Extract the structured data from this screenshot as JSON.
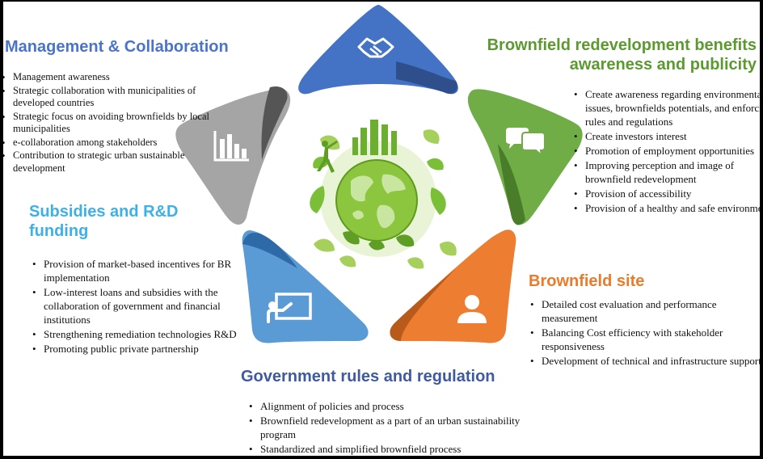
{
  "sections": {
    "management": {
      "title": "Management & Collaboration",
      "items": [
        "Management awareness",
        "Strategic collaboration with municipalities of developed countries",
        "Strategic focus on avoiding brownfields by local municipalities",
        "e-collaboration among stakeholders",
        "Contribution to strategic urban sustainable development"
      ]
    },
    "benefits": {
      "title_line1": "Brownfield redevelopment benefits",
      "title_line2": "awareness and publicity",
      "items": [
        "Create awareness regarding environmental issues, brownfields potentials, and enforcing rules and regulations",
        "Create investors interest",
        "Promotion of employment opportunities",
        "Improving perception and image of brownfield redevelopment",
        "Provision of accessibility",
        "Provision of a healthy and safe environment"
      ]
    },
    "subsidies": {
      "title_line1": "Subsidies and R&D",
      "title_line2": "funding",
      "items": [
        "Provision of market-based incentives for BR implementation",
        "Low-interest loans and subsidies with the collaboration of government and financial institutions",
        "Strengthening remediation technologies R&D",
        "Promoting public private partnership"
      ]
    },
    "site": {
      "title": "Brownfield site",
      "items": [
        "Detailed cost evaluation and performance measurement",
        "Balancing Cost efficiency with stakeholder responsiveness",
        "Development of technical and infrastructure support"
      ]
    },
    "government": {
      "title": "Government rules and regulation",
      "items": [
        "Alignment of policies and process",
        "Brownfield redevelopment as a part of an urban sustainability program",
        "Standardized and simplified brownfield process"
      ]
    }
  },
  "petals": {
    "top": {
      "color": "#4472c4",
      "icon": "handshake-icon"
    },
    "right": {
      "color": "#70ad47",
      "icon": "chat-bubbles-icon"
    },
    "bottom_right": {
      "color": "#ed7d31",
      "icon": "person-icon"
    },
    "bottom_left": {
      "color": "#5b9bd5",
      "icon": "presentation-board-icon"
    },
    "left": {
      "color": "#a5a5a5",
      "icon": "bar-chart-icon"
    }
  }
}
